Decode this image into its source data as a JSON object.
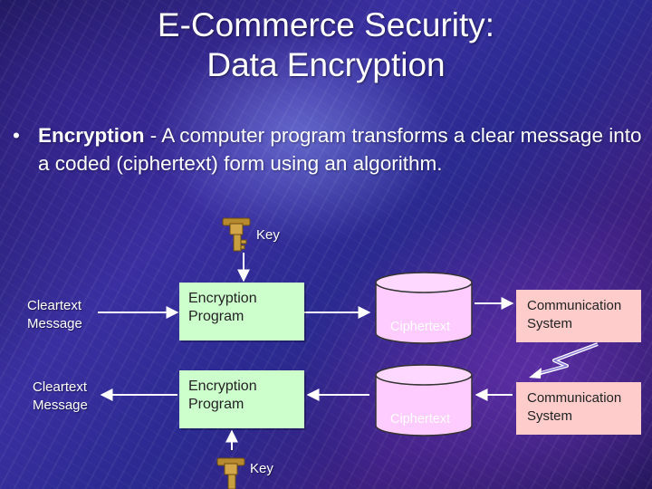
{
  "slide": {
    "title_line1": "E-Commerce Security:",
    "title_line2": "Data Encryption",
    "bullet": {
      "symbol": "•",
      "term": "Encryption",
      "text": " - A computer program transforms a clear message into a coded (ciphertext) form using an algorithm."
    }
  },
  "diagram": {
    "top_row": {
      "key_label": "Key",
      "source_label_line1": "Cleartext",
      "source_label_line2": "Message",
      "program_line1": "Encryption",
      "program_line2": "Program",
      "cipher_label": "Ciphertext",
      "comm_line1": "Communication",
      "comm_line2": "System"
    },
    "bottom_row": {
      "key_label": "Key",
      "dest_label_line1": "Cleartext",
      "dest_label_line2": "Message",
      "program_line1": "Encryption",
      "program_line2": "Program",
      "cipher_label": "Ciphertext",
      "comm_line1": "Communication",
      "comm_line2": "System"
    },
    "icons": {
      "key": "key-icon",
      "storage": "database-cylinder-icon",
      "link": "lightning-bolt-icon"
    },
    "colors": {
      "program_box": "#ccffcc",
      "comm_box": "#ffcccc",
      "cylinder": "#ffccff",
      "key": "#c8a040",
      "arrow": "#ffffff"
    }
  }
}
